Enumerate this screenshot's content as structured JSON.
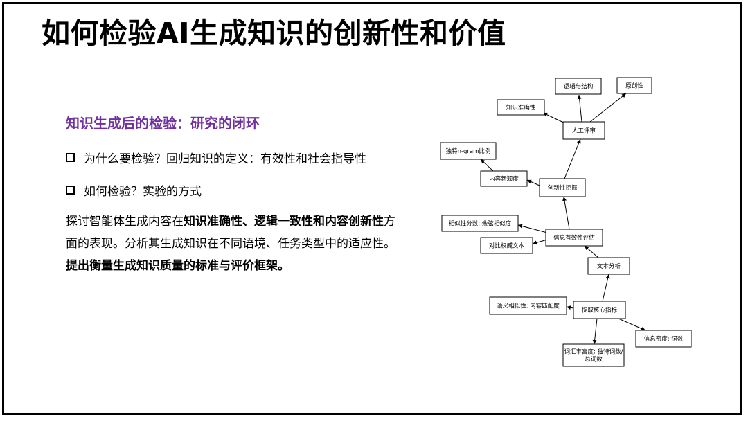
{
  "title": "如何检验AI生成知识的创新性和价值",
  "subtitle": "知识生成后的检验：研究的闭环",
  "bullets": [
    "为什么要检验？回归知识的定义：有效性和社会指导性",
    "如何检验？实验的方式"
  ],
  "paragraph": {
    "part1": "探讨智能体生成内容在",
    "bold1": "知识准确性、逻辑一致性和内容创新性",
    "part2": "方面的表现。分析其生成知识在不同语境、任务类型中的适应性。",
    "bold2": "提出衡量生成知识质量的标准与评价框架。"
  },
  "diagram": {
    "nodes": [
      {
        "id": "logic",
        "label": "逻辑与结构"
      },
      {
        "id": "orig",
        "label": "原创性"
      },
      {
        "id": "acc",
        "label": "知识准确性"
      },
      {
        "id": "human",
        "label": "人工评审"
      },
      {
        "id": "ngram",
        "label": "独特n-gram比例"
      },
      {
        "id": "novel",
        "label": "内容新颖度"
      },
      {
        "id": "innov",
        "label": "创新性挖掘"
      },
      {
        "id": "relscore",
        "label": "相似性分数: 余弦相似度"
      },
      {
        "id": "infoeval",
        "label": "信息有效性评估"
      },
      {
        "id": "compare",
        "label": "对比权威文本"
      },
      {
        "id": "textana",
        "label": "文本分析"
      },
      {
        "id": "semsim",
        "label": "语义相似性: 内容匹配度"
      },
      {
        "id": "extract",
        "label": "提取核心指标"
      },
      {
        "id": "density",
        "label": "信息密度: 词数"
      },
      {
        "id": "vocab",
        "label": [
          "词汇丰富度: 独特词数/",
          "总词数"
        ]
      }
    ],
    "edges": [
      [
        "human",
        "logic"
      ],
      [
        "human",
        "orig"
      ],
      [
        "human",
        "acc"
      ],
      [
        "innov",
        "human"
      ],
      [
        "innov",
        "novel"
      ],
      [
        "novel",
        "ngram"
      ],
      [
        "infoeval",
        "innov"
      ],
      [
        "infoeval",
        "relscore"
      ],
      [
        "infoeval",
        "compare"
      ],
      [
        "textana",
        "infoeval"
      ],
      [
        "extract",
        "textana"
      ],
      [
        "extract",
        "semsim"
      ],
      [
        "extract",
        "density"
      ],
      [
        "extract",
        "vocab"
      ]
    ]
  }
}
